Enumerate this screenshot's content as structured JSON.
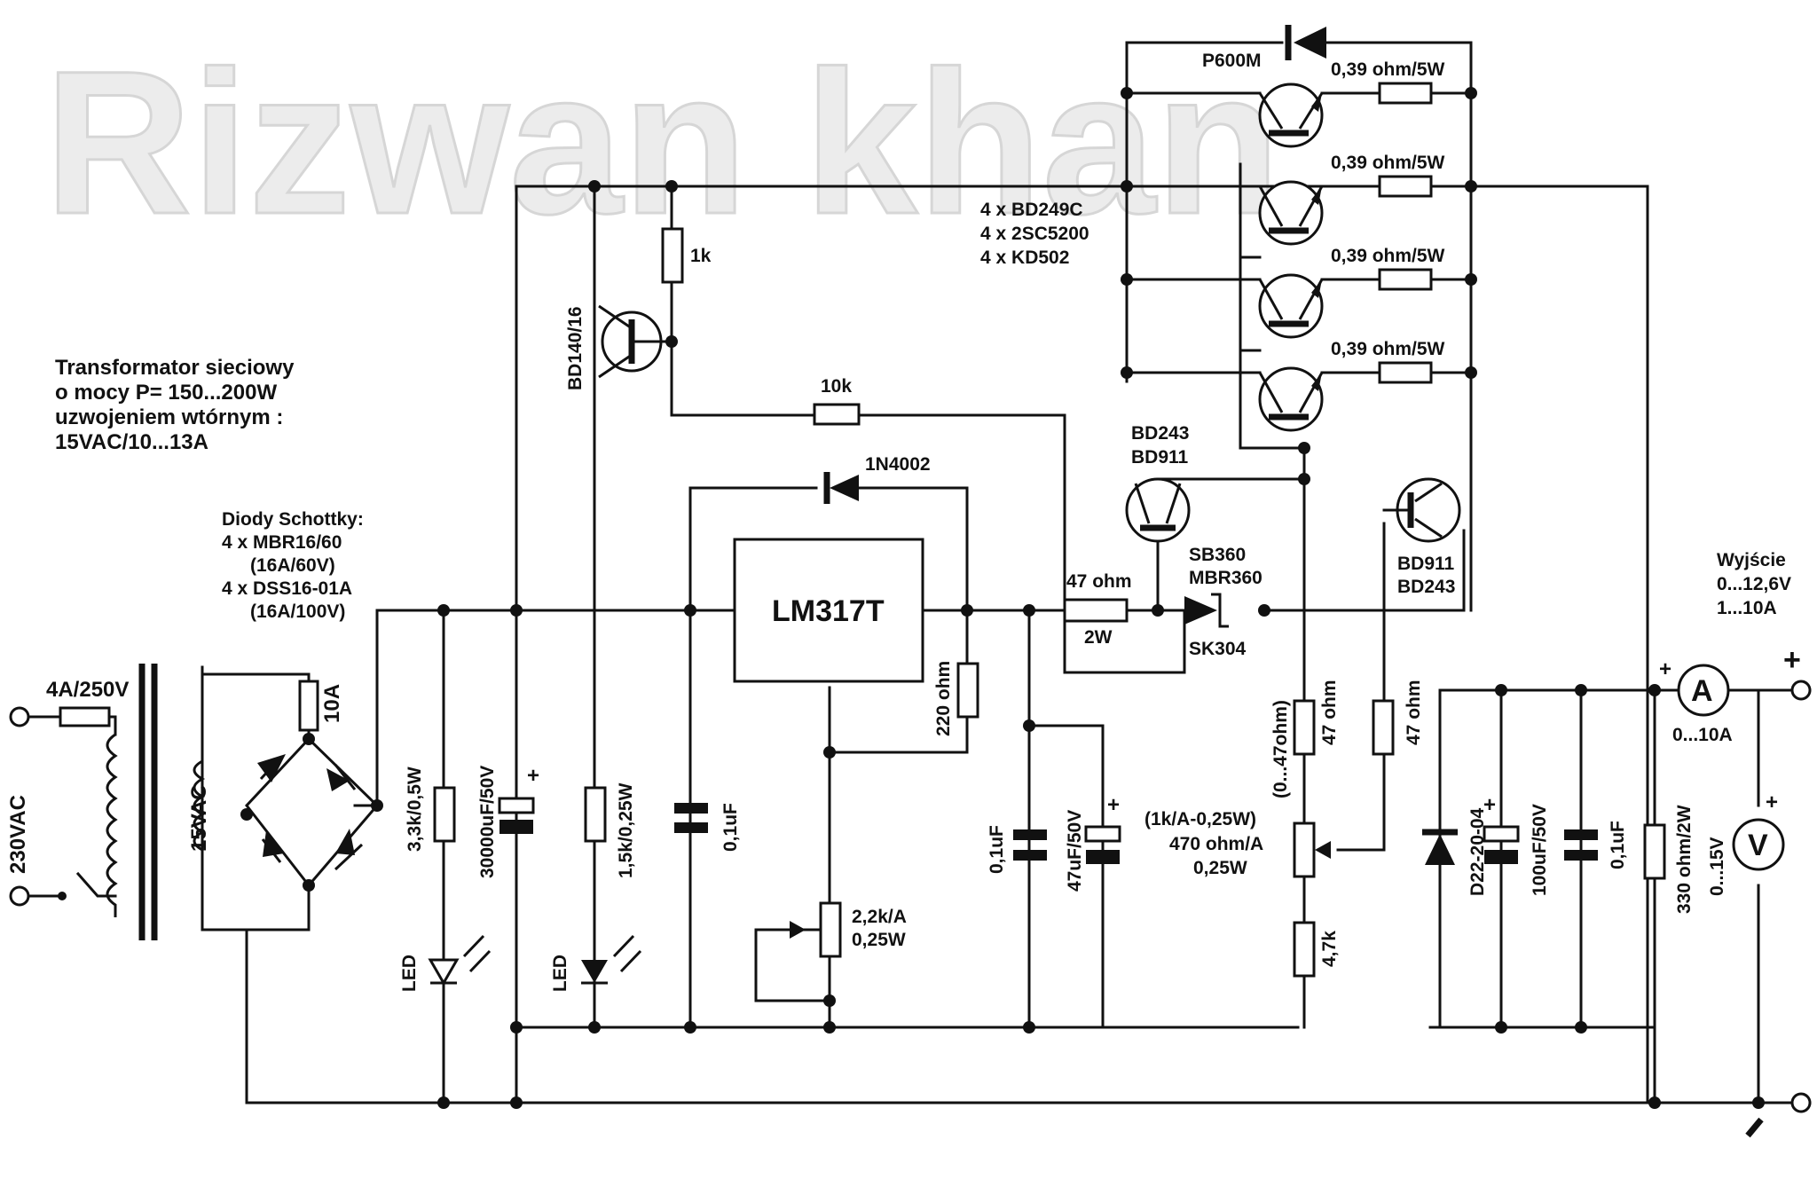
{
  "watermark": "Rizwan khan",
  "transformer_note": {
    "line1": "Transformator sieciowy",
    "line2": "o mocy P= 150...200W",
    "line3": "uzwojeniem wtórnym :",
    "line4": "15VAC/10...13A"
  },
  "schottky_note": {
    "title": "Diody Schottky:",
    "l1": "4 x MBR16/60",
    "l2": "(16A/60V)",
    "l3": "4 x DSS16-01A",
    "l4": "(16A/100V)"
  },
  "input": {
    "voltage": "230VAC",
    "fuse": "4A/250V",
    "secondary": "15VAC",
    "fuse2": "10A"
  },
  "components": {
    "r_led1": "3,3k/0,5W",
    "c_main": "30000uF/50V",
    "q_driver": "BD140/16",
    "r_1k": "1k",
    "r_led2": "1,5k/0,25W",
    "c_01_a": "0,1uF",
    "r_10k": "10k",
    "d_1n4002": "1N4002",
    "regulator": "LM317T",
    "r_220": "220 ohm",
    "pot_22k": "2,2k/A",
    "pot_22k_w": "0,25W",
    "c_01_b": "0,1uF",
    "c_47": "47uF/50V",
    "led": "LED",
    "r_47_2w": "47 ohm",
    "r_47_2w_w": "2W",
    "d_schottky_1": "SB360",
    "d_schottky_2": "MBR360",
    "d_schottky_3": "SK304",
    "q_bd243_a": "BD243",
    "q_bd911_a": "BD911",
    "q_bd911_b": "BD911",
    "q_bd243_b": "BD243",
    "pass_transistors_1": "4 x BD249C",
    "pass_transistors_2": "4 x 2SC5200",
    "pass_transistors_3": "4 x KD502",
    "r_emitter_1": "0,39 ohm/5W",
    "r_emitter_2": "0,39 ohm/5W",
    "r_emitter_3": "0,39 ohm/5W",
    "r_emitter_4": "0,39 ohm/5W",
    "d_p600m": "P600M",
    "r_47_a": "47 ohm",
    "r_47_a_range": "(0...47ohm)",
    "r_47_b": "47 ohm",
    "pot_470_range": "(1k/A-0,25W)",
    "pot_470": "470 ohm/A",
    "pot_470_w": "0,25W",
    "r_4k7": "4,7k",
    "d_zener": "D22-20-04",
    "c_100": "100uF/50V",
    "c_01_c": "0,1uF",
    "r_330": "330 ohm/2W"
  },
  "output": {
    "title": "Wyjście",
    "voltage": "0...12,6V",
    "current": "1...10A",
    "ammeter": "A",
    "ammeter_range": "0...10A",
    "voltmeter": "V",
    "voltmeter_range": "0...15V",
    "plus": "+",
    "minus": "-"
  },
  "polarity": "+"
}
